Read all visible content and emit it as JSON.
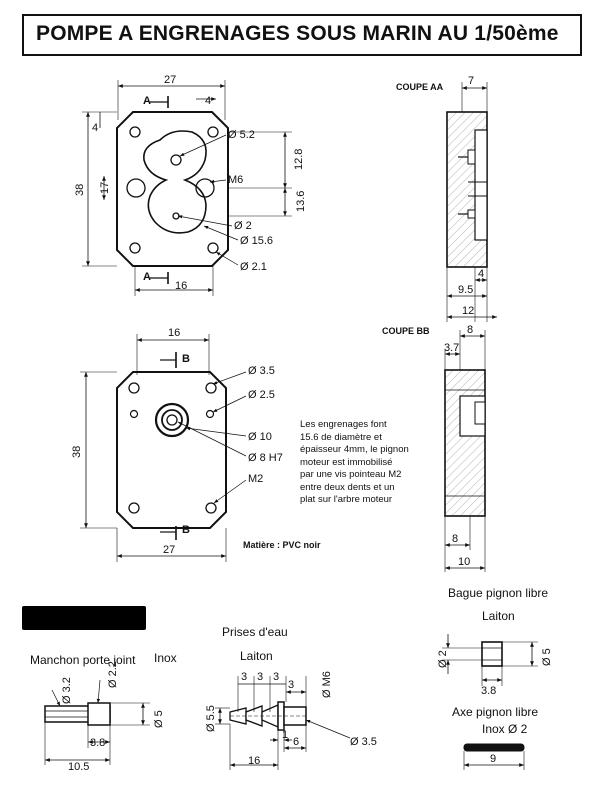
{
  "title": "POMPE A ENGRENAGES  SOUS MARIN AU 1/50ème",
  "view_top": {
    "dim_width": "27",
    "dim_section_offset": "4",
    "dim_corner": "4",
    "dim_height": "38",
    "dim_side_gap": "17",
    "dim_upper": "12.8",
    "dim_lower": "13.6",
    "dim_bottom_width": "16",
    "section_mark_a": "A",
    "callouts": [
      "Ø 5.2",
      "M6",
      "Ø 2",
      "Ø 15.6",
      "Ø 2.1"
    ]
  },
  "view_middle": {
    "dim_top": "16",
    "dim_height": "38",
    "dim_width": "27",
    "section_mark_b": "B",
    "callouts": [
      "Ø 3.5",
      "Ø 2.5",
      "Ø 10",
      "Ø 8 H7",
      "M2"
    ],
    "material": "Matière : PVC noir"
  },
  "note_lines": [
    "Les engrenages font",
    "15.6 de diamètre et",
    "épaisseur 4mm, le pignon",
    "moteur est immobilisé",
    "par une vis pointeau M2",
    "entre deux dents et un",
    "plat sur l'arbre moteur"
  ],
  "coupe_aa": {
    "label": "COUPE AA",
    "dim_top": "7",
    "dim_inner": "4",
    "dim_mid": "9.5",
    "dim_total": "12"
  },
  "coupe_bb": {
    "label": "COUPE BB",
    "dim_top": "8",
    "dim_step": "3.7",
    "dim_inner": "8",
    "dim_total": "10"
  },
  "manchon": {
    "title": "Manchon porte joint",
    "material": "Inox",
    "dims": [
      "Ø 3.2",
      "Ø 2.2",
      "Ø 5",
      "3.8",
      "10.5"
    ]
  },
  "prises": {
    "title": "Prises d'eau",
    "material": "Laiton",
    "dims": [
      "3",
      "3",
      "3",
      "3",
      "Ø M6",
      "Ø 5.5",
      "1",
      "6",
      "16",
      "Ø 3.5"
    ]
  },
  "bague": {
    "title": "Bague pignon libre",
    "material": "Laiton",
    "dims": [
      "Ø 2",
      "Ø 5",
      "3.8"
    ]
  },
  "axe": {
    "title": "Axe pignon libre",
    "material": "Inox  Ø 2",
    "dim_length": "9"
  }
}
